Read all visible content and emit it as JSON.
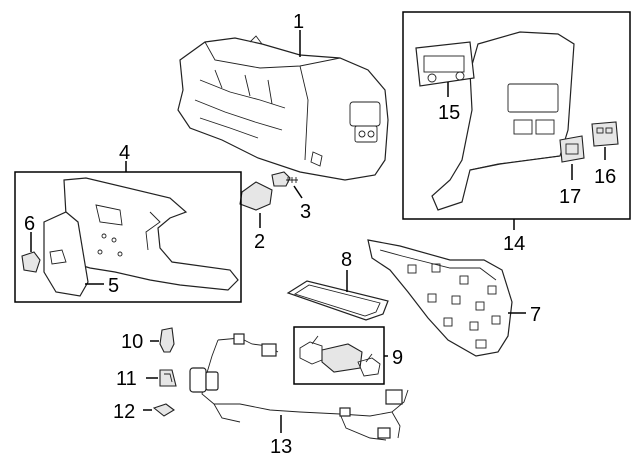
{
  "callouts": {
    "c1": "1",
    "c2": "2",
    "c3": "3",
    "c4": "4",
    "c5": "5",
    "c6": "6",
    "c7": "7",
    "c8": "8",
    "c9": "9",
    "c10": "10",
    "c11": "11",
    "c12": "12",
    "c13": "13",
    "c14": "14",
    "c15": "15",
    "c16": "16",
    "c17": "17"
  },
  "colors": {
    "line": "#000000",
    "part_fill": "#ffffff",
    "part_shade": "#e6e6e6"
  }
}
